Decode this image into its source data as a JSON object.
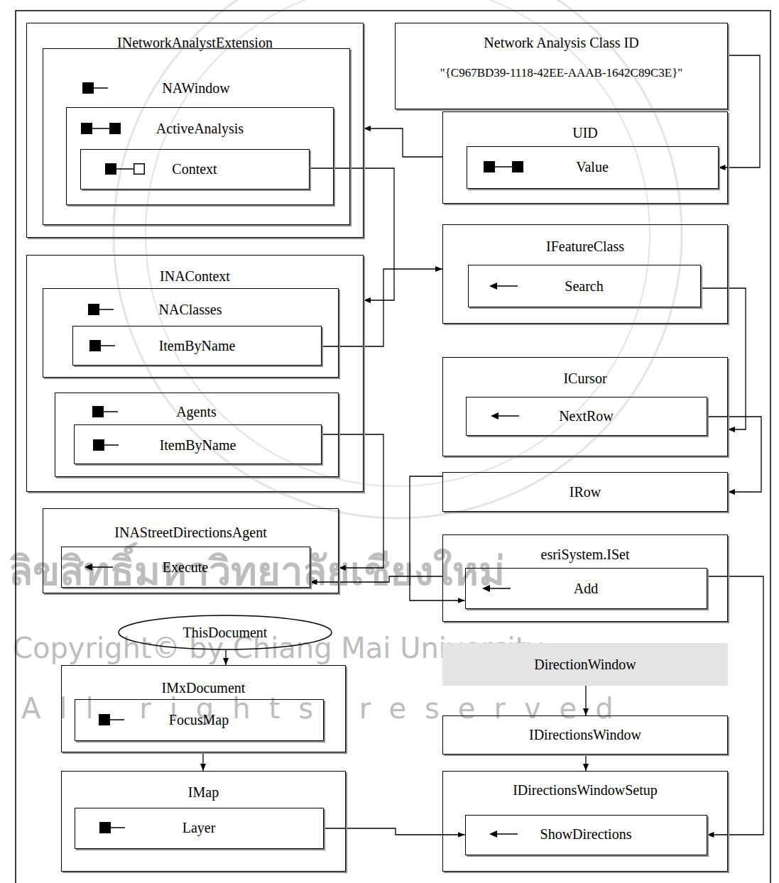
{
  "diagram": {
    "nodes": [
      {
        "text": [
          "INetworkAnalystExtension"
        ]
      },
      {
        "text": [
          "NAWindow"
        ],
        "in": 0
      },
      {
        "text": [
          "ActiveAnalysis"
        ],
        "in": 1
      },
      {
        "text": [
          "Context"
        ],
        "in": 2
      },
      {
        "text": [
          "Network Analysis Class ID",
          "\"{C967BD39-1118-42EE-AAAB-1642C89C3E}\""
        ]
      },
      {
        "text": [
          "UID"
        ]
      },
      {
        "text": [
          "Value"
        ],
        "in": 5
      },
      {
        "text": [
          "INAContext"
        ]
      },
      {
        "text": [
          "NAClasses"
        ],
        "in": 7
      },
      {
        "text": [
          "ItemByName"
        ],
        "in": 8
      },
      {
        "text": [
          "Agents"
        ],
        "in": 7
      },
      {
        "text": [
          "ItemByName"
        ],
        "in": 10
      },
      {
        "text": [
          "IFeatureClass"
        ]
      },
      {
        "text": [
          "Search"
        ],
        "in": 12
      },
      {
        "text": [
          "ICursor"
        ]
      },
      {
        "text": [
          "NextRow"
        ],
        "in": 14
      },
      {
        "text": [
          "IRow"
        ]
      },
      {
        "text": [
          "INAStreetDirectionsAgent"
        ]
      },
      {
        "text": [
          "Execute"
        ],
        "in": 17
      },
      {
        "text": [
          "esriSystem.ISet"
        ]
      },
      {
        "text": [
          "Add"
        ],
        "in": 19
      },
      {
        "text": [
          "ThisDocument"
        ]
      },
      {
        "text": [
          "IMxDocument"
        ]
      },
      {
        "text": [
          "FocusMap"
        ],
        "in": 22
      },
      {
        "text": [
          "IMap"
        ]
      },
      {
        "text": [
          "Layer"
        ],
        "in": 24
      },
      {
        "text": [
          "DirectionWindow"
        ]
      },
      {
        "text": [
          "IDirectionsWindow"
        ]
      },
      {
        "text": [
          "IDirectionsWindowSetup"
        ]
      },
      {
        "text": [
          "ShowDirections"
        ],
        "in": 28
      }
    ],
    "edges": [
      {
        "from": 4,
        "to": 6,
        "arrow": "to"
      },
      {
        "from": 5,
        "to": 0,
        "arrow": "to"
      },
      {
        "from": 3,
        "to": 7,
        "arrow": "to"
      },
      {
        "from": 9,
        "to": 12,
        "arrow": "to"
      },
      {
        "from": 13,
        "to": 14,
        "arrow": "to"
      },
      {
        "from": 15,
        "to": 16,
        "arrow": "to"
      },
      {
        "from": 16,
        "to": 20,
        "arrow": "to"
      },
      {
        "from": 11,
        "to": 17,
        "arrow": "to"
      },
      {
        "from": 19,
        "to": 18,
        "arrow": "to"
      },
      {
        "from": 20,
        "to": 29,
        "arrow": "to"
      },
      {
        "from": 21,
        "to": 22,
        "arrow": "to"
      },
      {
        "from": 22,
        "to": 24,
        "arrow": "to"
      },
      {
        "from": 25,
        "to": 29,
        "arrow": "to"
      },
      {
        "from": 26,
        "to": 27,
        "arrow": "to"
      },
      {
        "from": 27,
        "to": 28,
        "arrow": "to"
      }
    ],
    "labels": [
      "ลิขสิทธิ์มหาวิทยาลัยเชียงใหม่",
      "Copyright© by Chiang Mai University",
      "All rights reserved"
    ]
  }
}
